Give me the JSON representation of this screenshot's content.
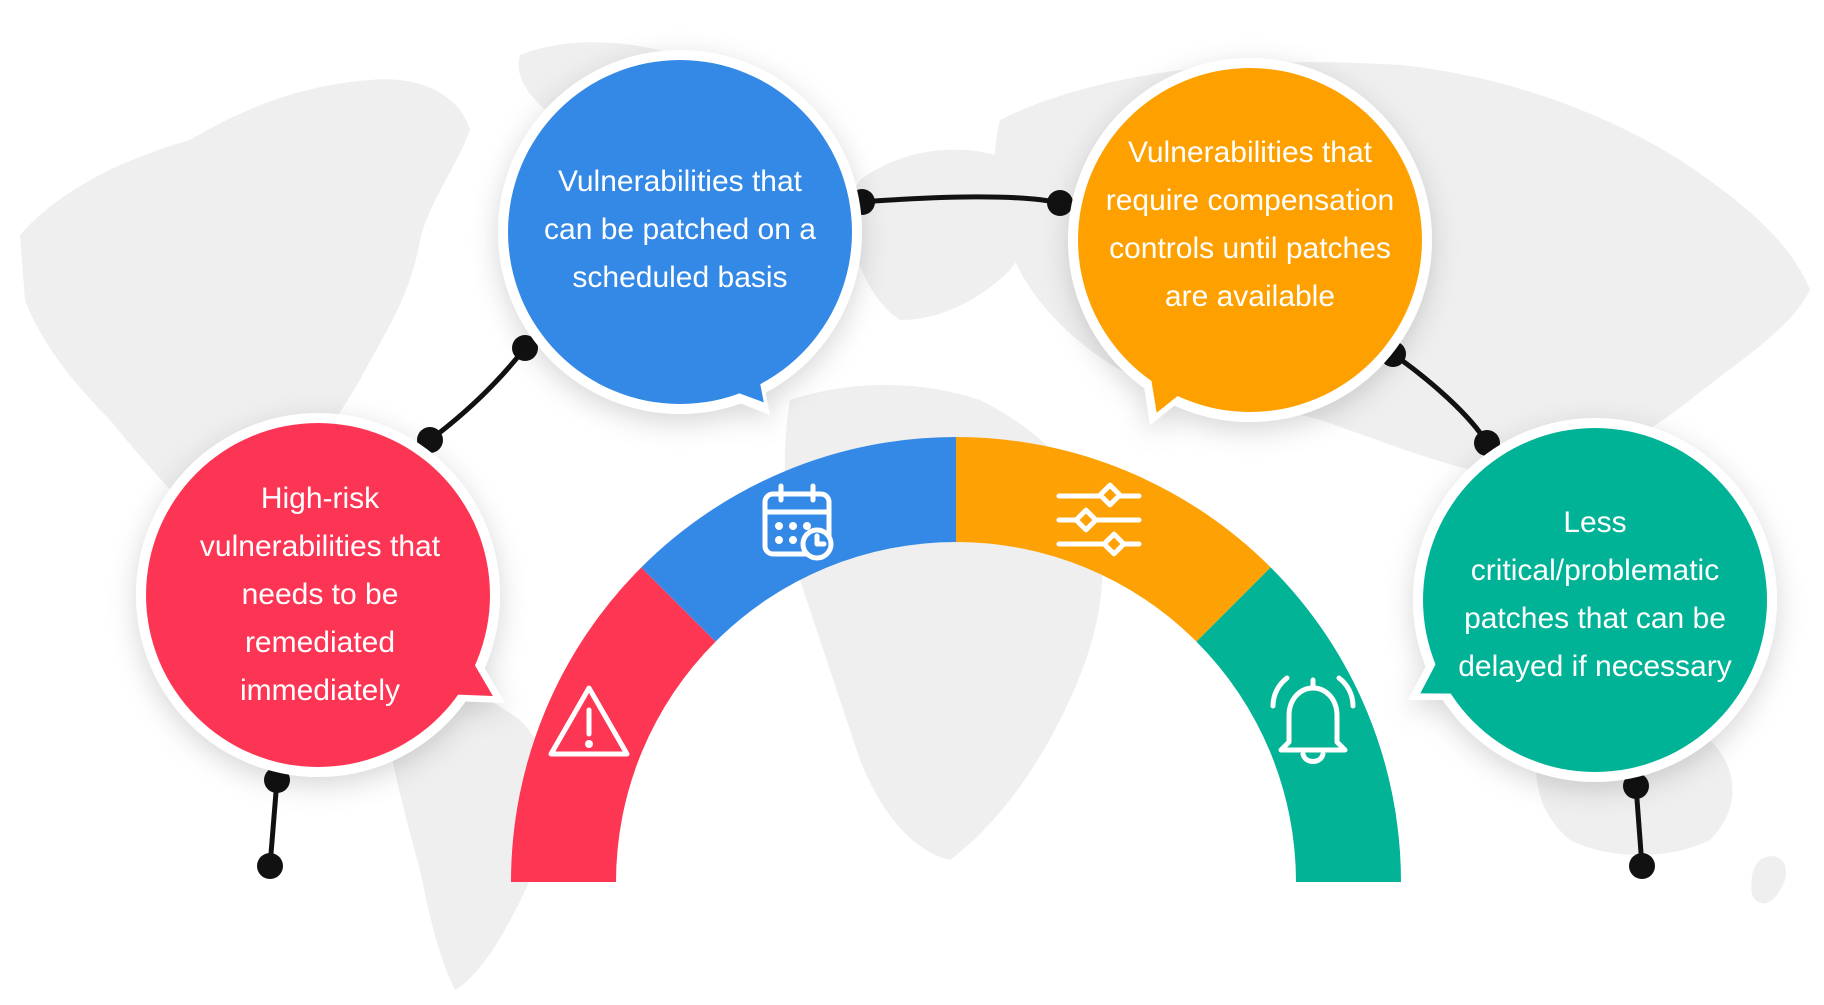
{
  "colors": {
    "red": "#fd3654",
    "blue": "#3489e6",
    "orange": "#fea104",
    "teal": "#03b396",
    "map": "#efefef",
    "connector": "#111111"
  },
  "stages": [
    {
      "id": "high-risk",
      "color": "#fd3654",
      "icon": "warning-triangle-icon",
      "text": "High-risk\nvulnerabilities that\nneeds to be\nremediated\nimmediately"
    },
    {
      "id": "scheduled",
      "color": "#3489e6",
      "icon": "calendar-clock-icon",
      "text": "Vulnerabilities that\ncan be patched on a\nscheduled basis"
    },
    {
      "id": "compensation",
      "color": "#fea104",
      "icon": "sliders-icon",
      "text": "Vulnerabilities that\nrequire compensation\ncontrols until patches\nare available"
    },
    {
      "id": "delayed",
      "color": "#03b396",
      "icon": "bell-icon",
      "text": "Less\ncritical/problematic\npatches that can be\ndelayed if necessary"
    }
  ]
}
